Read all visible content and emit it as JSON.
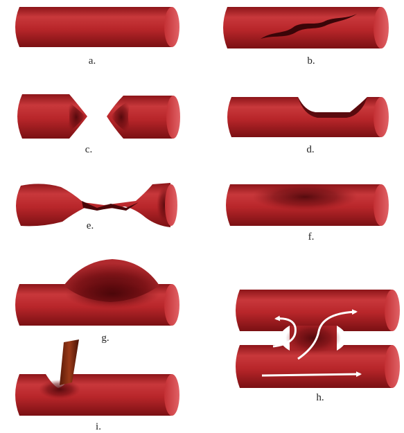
{
  "panels": [
    {
      "id": "a",
      "label": "a."
    },
    {
      "id": "b",
      "label": "b."
    },
    {
      "id": "c",
      "label": "c."
    },
    {
      "id": "d",
      "label": "d."
    },
    {
      "id": "e",
      "label": "e."
    },
    {
      "id": "f",
      "label": "f."
    },
    {
      "id": "g",
      "label": "g."
    },
    {
      "id": "h",
      "label": "h."
    },
    {
      "id": "i",
      "label": "i."
    }
  ],
  "colors": {
    "vessel_body": "#b8262a",
    "vessel_light": "#d8474a",
    "vessel_dark": "#6a0f12",
    "vessel_end": "#d9565a",
    "injury_dark": "#3a0508",
    "foreign_object": "#7a2a10",
    "arrow": "#ffffff"
  }
}
